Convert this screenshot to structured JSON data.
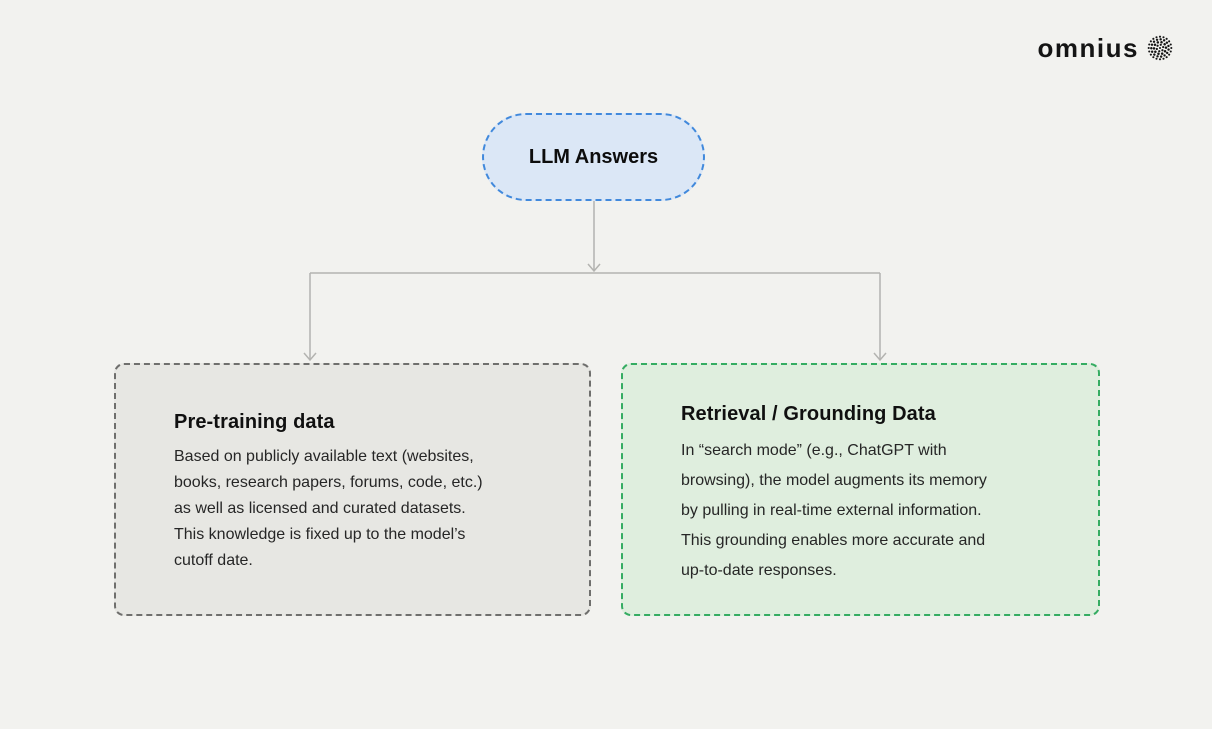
{
  "logo": {
    "text": "omnius",
    "icon": "dotted-globe-icon"
  },
  "diagram": {
    "root": {
      "label": "LLM Answers"
    },
    "branches": [
      {
        "title": "Pre-training data",
        "body_lines": [
          "Based on publicly available text (websites,",
          "books, research papers, forums, code, etc.)",
          "as well as licensed and curated datasets.",
          "This knowledge is fixed up to the model’s",
          "cutoff date."
        ]
      },
      {
        "title": "Retrieval / Grounding Data",
        "body_lines": [
          "In “search mode” (e.g., ChatGPT with",
          "browsing), the model augments its memory",
          "by pulling in real-time external information.",
          "This grounding enables more accurate and",
          "up-to-date responses."
        ]
      }
    ]
  },
  "colors": {
    "background": "#f2f2ef",
    "root_fill": "#dbe7f6",
    "root_border": "#4189dc",
    "left_fill": "#e7e7e3",
    "left_border": "#6f6f6d",
    "right_fill": "#dfeede",
    "right_border": "#35ac62",
    "connector": "#b3b3b0",
    "text_primary": "#111111",
    "text_body": "#262626"
  }
}
